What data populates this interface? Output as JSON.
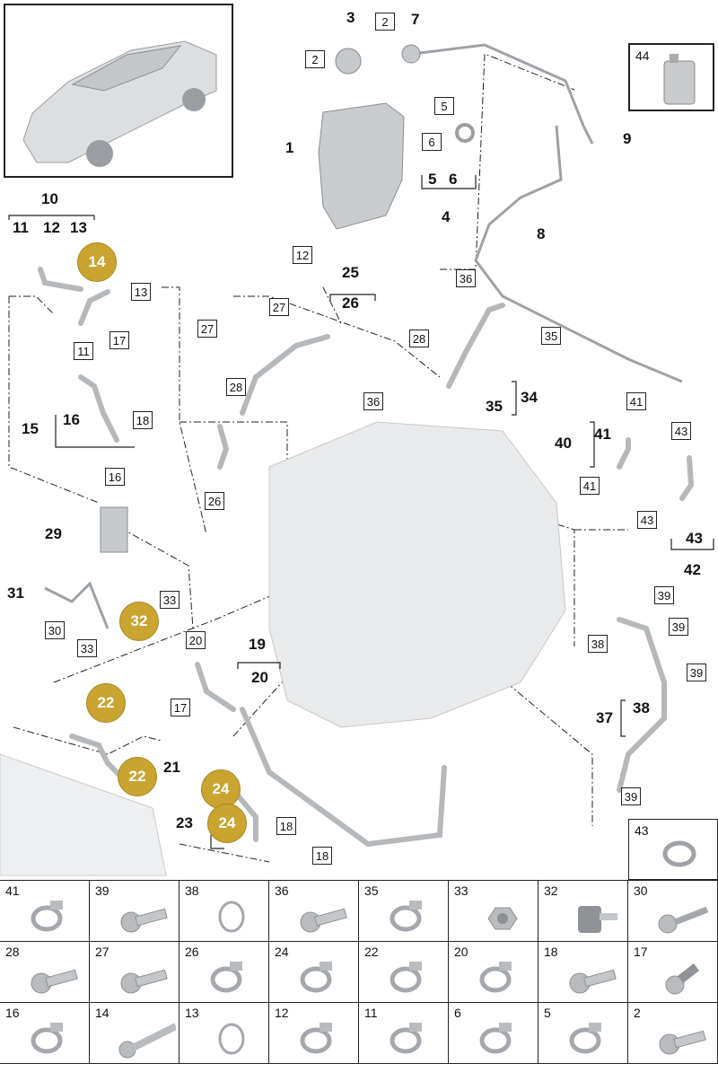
{
  "callouts": {
    "c2a": "2",
    "c2b": "2",
    "c3": "3",
    "c7": "7",
    "c1": "1",
    "c5box": "5",
    "c6box": "6",
    "c5": "5",
    "c6": "6",
    "c4": "4",
    "c9": "9",
    "c8": "8",
    "c44": "44",
    "c10": "10",
    "c11": "11",
    "c12": "12",
    "c13": "13",
    "c12box": "12",
    "c13box": "13",
    "c11box": "11",
    "c17box": "17",
    "c15": "15",
    "c16": "16",
    "c18box": "18",
    "c16box": "16",
    "c25": "25",
    "c26": "26",
    "c27box": "27",
    "c27box2": "27",
    "c28box": "28",
    "c26box": "26",
    "c36box": "36",
    "c35box": "35",
    "c28box2": "28",
    "c36box2": "36",
    "c35": "35",
    "c34": "34",
    "c41box": "41",
    "c40": "40",
    "c41": "41",
    "c41box2": "41",
    "c43box": "43",
    "c43box2": "43",
    "c43": "43",
    "c42": "42",
    "c29": "29",
    "c31": "31",
    "c30box": "30",
    "c33box": "33",
    "c33box2": "33",
    "c20box": "20",
    "c19": "19",
    "c20": "20",
    "c17box2": "17",
    "c21": "21",
    "c23": "23",
    "c18box2": "18",
    "c18box3": "18",
    "c39box": "39",
    "c39box2": "39",
    "c39box3": "39",
    "c39box4": "39",
    "c38box": "38",
    "c37": "37",
    "c38": "38",
    "c14circ": "14",
    "c32circ": "32",
    "c22circ": "22",
    "c22circ2": "22",
    "c24circ": "24",
    "c24circ2": "24",
    "c43clip": "43"
  },
  "parts_grid": [
    {
      "n": "41",
      "icon": "hose-clamp-icon"
    },
    {
      "n": "39",
      "icon": "bolt-icon"
    },
    {
      "n": "38",
      "icon": "seal-ring-icon"
    },
    {
      "n": "36",
      "icon": "bolt-icon"
    },
    {
      "n": "35",
      "icon": "hose-clamp-icon"
    },
    {
      "n": "33",
      "icon": "nut-icon"
    },
    {
      "n": "32",
      "icon": "mount-bolt-icon"
    },
    {
      "n": "30",
      "icon": "screw-icon"
    },
    {
      "n": "28",
      "icon": "bolt-icon"
    },
    {
      "n": "27",
      "icon": "bolt-icon"
    },
    {
      "n": "26",
      "icon": "hose-clamp-icon"
    },
    {
      "n": "24",
      "icon": "hose-clamp-icon"
    },
    {
      "n": "22",
      "icon": "hose-clamp-icon"
    },
    {
      "n": "20",
      "icon": "hose-clamp-icon"
    },
    {
      "n": "18",
      "icon": "bolt-icon"
    },
    {
      "n": "17",
      "icon": "expanding-rivet-icon"
    },
    {
      "n": "16",
      "icon": "hose-clamp-icon"
    },
    {
      "n": "14",
      "icon": "long-bolt-icon"
    },
    {
      "n": "13",
      "icon": "seal-ring-icon"
    },
    {
      "n": "12",
      "icon": "hose-clamp-icon"
    },
    {
      "n": "11",
      "icon": "hose-clamp-icon"
    },
    {
      "n": "6",
      "icon": "hose-clamp-icon"
    },
    {
      "n": "5",
      "icon": "hose-clamp-icon"
    },
    {
      "n": "2",
      "icon": "bolt-icon"
    }
  ],
  "colors": {
    "highlight_circle": "#c9a431",
    "part_grey": "#b9bcbf",
    "line": "#222222"
  }
}
